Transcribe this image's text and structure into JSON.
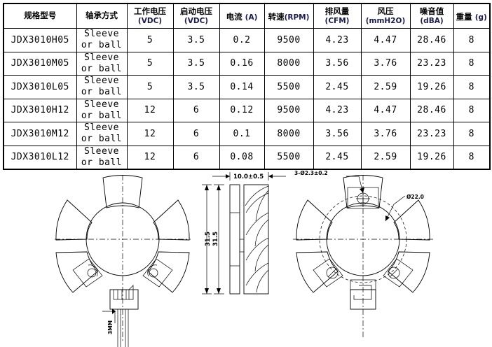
{
  "spec_table": {
    "headers": [
      {
        "cn": "规格型号",
        "unit": ""
      },
      {
        "cn": "轴承方式",
        "unit": ""
      },
      {
        "cn": "工作电压",
        "unit": "(VDC)"
      },
      {
        "cn": "启动电压",
        "unit": "(VDC)"
      },
      {
        "cn": "电流",
        "unit": "(A)",
        "inline": true
      },
      {
        "cn": "转速",
        "unit": "(RPM)",
        "inline": true
      },
      {
        "cn": "排风量",
        "unit": "(CFM)"
      },
      {
        "cn": "风压",
        "unit": "(mmH2O)"
      },
      {
        "cn": "噪音值",
        "unit": "(dBA)"
      },
      {
        "cn": "重量",
        "unit": "(g)",
        "inline": true
      }
    ],
    "rows": [
      {
        "model": "JDX3010H05",
        "bearing": "Sleeve or ball",
        "working_voltage": "5",
        "start_voltage": "3.5",
        "current": "0.2",
        "speed": "9500",
        "airflow": "4.23",
        "pressure": "4.47",
        "noise": "28.46",
        "weight": "8"
      },
      {
        "model": "JDX3010M05",
        "bearing": "Sleeve or ball",
        "working_voltage": "5",
        "start_voltage": "3.5",
        "current": "0.16",
        "speed": "8000",
        "airflow": "3.56",
        "pressure": "3.76",
        "noise": "23.23",
        "weight": "8"
      },
      {
        "model": "JDX3010L05",
        "bearing": "Sleeve or ball",
        "working_voltage": "5",
        "start_voltage": "3.5",
        "current": "0.14",
        "speed": "5500",
        "airflow": "2.45",
        "pressure": "2.59",
        "noise": "19.26",
        "weight": "8"
      },
      {
        "model": "JDX3010H12",
        "bearing": "Sleeve or ball",
        "working_voltage": "12",
        "start_voltage": "6",
        "current": "0.12",
        "speed": "9500",
        "airflow": "4.23",
        "pressure": "4.47",
        "noise": "28.46",
        "weight": "8"
      },
      {
        "model": "JDX3010M12",
        "bearing": "Sleeve or ball",
        "working_voltage": "12",
        "start_voltage": "6",
        "current": "0.1",
        "speed": "8000",
        "airflow": "3.56",
        "pressure": "3.76",
        "noise": "23.23",
        "weight": "8"
      },
      {
        "model": "JDX3010L12",
        "bearing": "Sleeve or ball",
        "working_voltage": "12",
        "start_voltage": "6",
        "current": "0.08",
        "speed": "5500",
        "airflow": "2.45",
        "pressure": "2.59",
        "noise": "19.26",
        "weight": "8"
      }
    ]
  },
  "drawings": {
    "front_view": {
      "name": "fan-front-view",
      "blade_count": 5,
      "height_dimension": "31.5",
      "wire_dimension": "3MM"
    },
    "side_view": {
      "name": "fan-side-view",
      "thickness_dimension": "10.0±0.5",
      "height_dimension": "31.5"
    },
    "rear_view": {
      "name": "fan-rear-view",
      "hole_callout": "3-Ø2.3±0.2",
      "diameter_callout": "Ø22.0",
      "mount_hole_count": 3
    }
  },
  "colors": {
    "line": "#000000",
    "unit_text": "#1b1b4f",
    "background": "#ffffff"
  }
}
